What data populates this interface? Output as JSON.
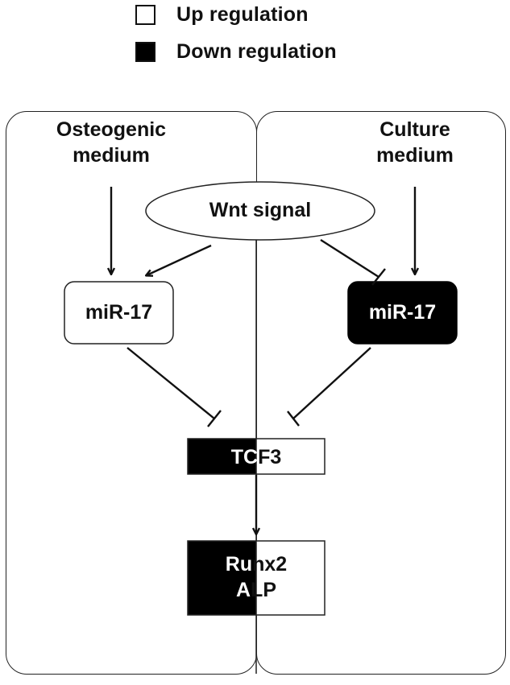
{
  "legend": [
    {
      "label": "Up regulation",
      "swatch": "white"
    },
    {
      "label": "Down regulation",
      "swatch": "black"
    }
  ],
  "panels": {
    "left_title_line1": "Osteogenic",
    "left_title_line2": "medium",
    "right_title_line1": "Culture",
    "right_title_line2": "medium"
  },
  "nodes": {
    "wnt_signal": "Wnt signal",
    "mir17_left": "miR-17",
    "mir17_right": "miR-17",
    "tcf3": "TCF3",
    "runx2": "Runx2",
    "alp": "ALP"
  },
  "colors": {
    "up": "#ffffff",
    "down": "#000000",
    "line": "#111111"
  }
}
